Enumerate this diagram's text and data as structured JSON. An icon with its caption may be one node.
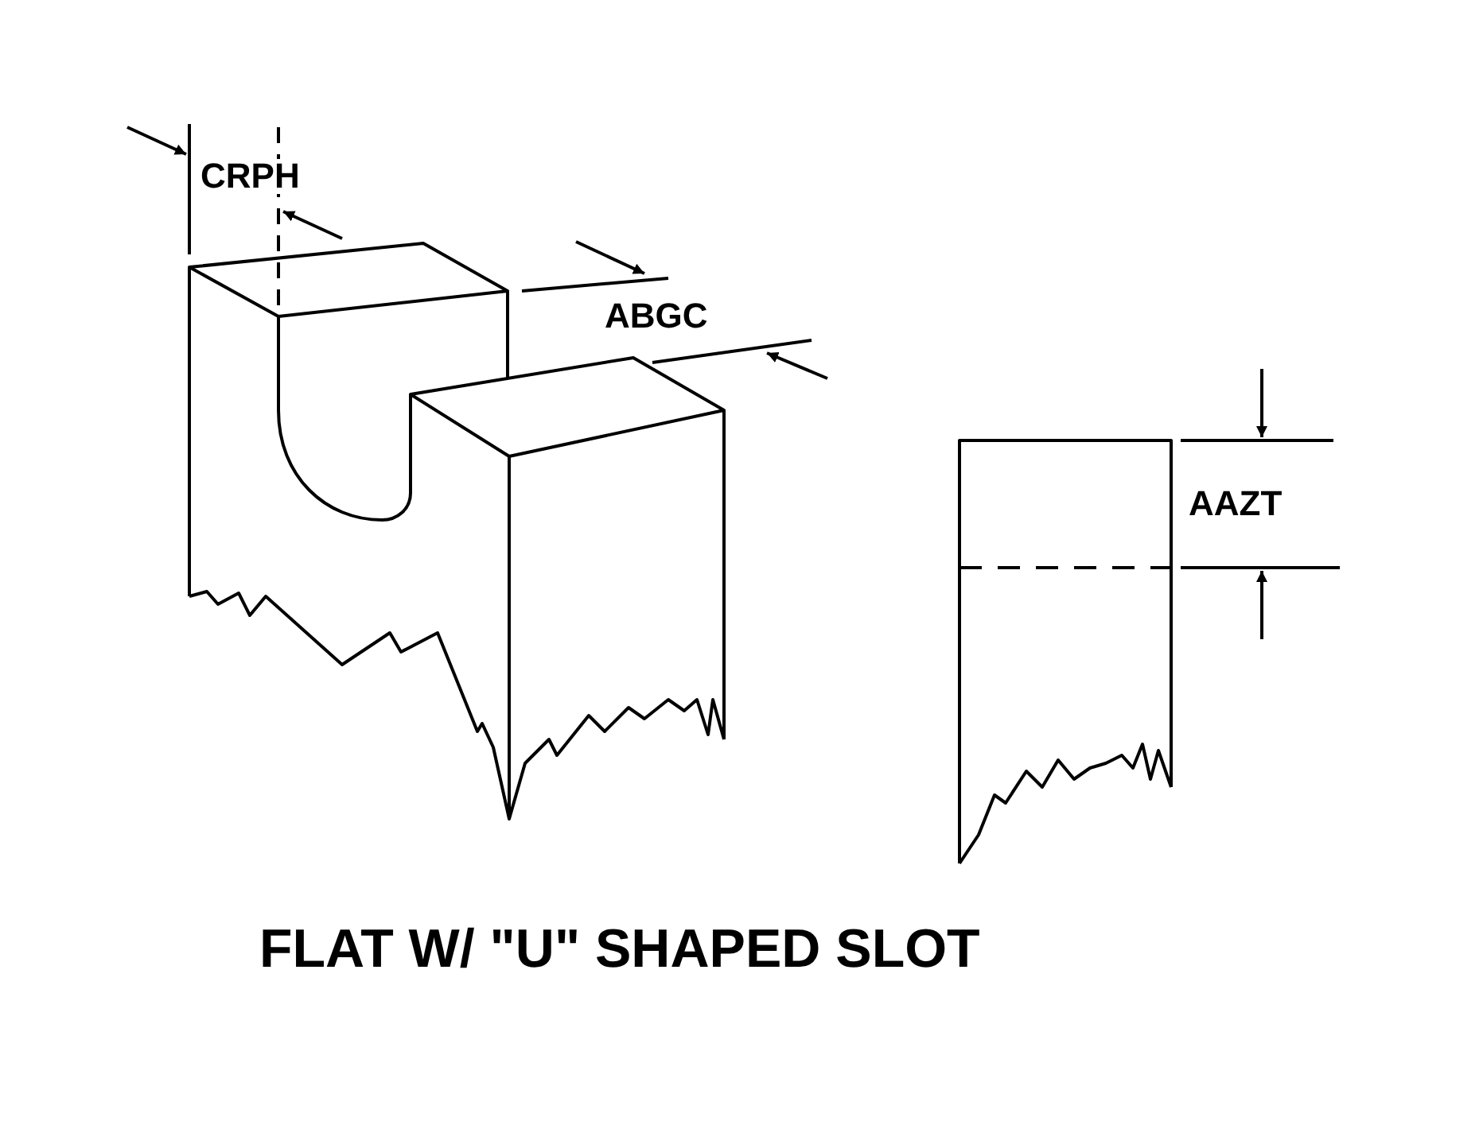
{
  "diagram": {
    "caption": "FLAT W/ \"U\" SHAPED SLOT",
    "labels": [
      "CRPH",
      "ABGC",
      "AAZT"
    ]
  }
}
